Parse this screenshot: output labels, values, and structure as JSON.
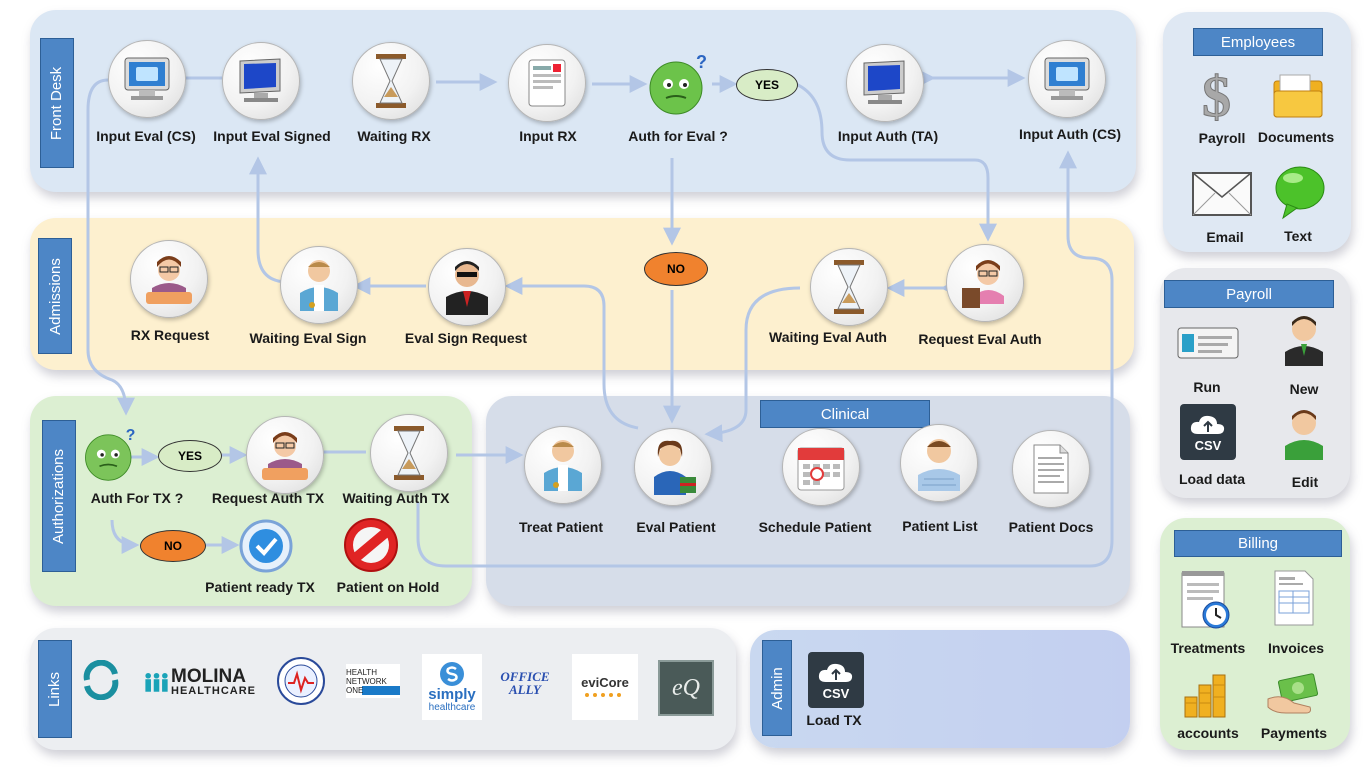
{
  "sections": {
    "front_desk": "Front Desk",
    "admissions": "Admissions",
    "authorizations": "Authorizations",
    "clinical": "Clinical",
    "links": "Links",
    "admin": "Admin",
    "employees": "Employees",
    "payroll": "Payroll",
    "billing": "Billing"
  },
  "front_desk": {
    "input_eval_cs": "Input Eval (CS)",
    "input_eval_signed": "Input Eval Signed",
    "waiting_rx": "Waiting RX",
    "input_rx": "Input RX",
    "auth_for_eval": "Auth for Eval ?",
    "yes": "YES",
    "input_auth_ta": "Input Auth (TA)",
    "input_auth_cs": "Input Auth (CS)"
  },
  "admissions": {
    "rx_request": "RX Request",
    "waiting_eval_sign": "Waiting Eval Sign",
    "eval_sign_request": "Eval Sign Request",
    "no": "NO",
    "waiting_eval_auth": "Waiting Eval Auth",
    "request_eval_auth": "Request Eval Auth"
  },
  "authorizations": {
    "auth_for_tx": "Auth For TX ?",
    "yes": "YES",
    "request_auth_tx": "Request Auth TX",
    "waiting_auth_tx": "Waiting  Auth TX",
    "no": "NO",
    "patient_ready_tx": "Patient ready TX",
    "patient_on_hold": "Patient on Hold"
  },
  "clinical": {
    "treat_patient": "Treat Patient",
    "eval_patient": "Eval Patient",
    "schedule_patient": "Schedule Patient",
    "patient_list": "Patient List",
    "patient_docs": "Patient Docs"
  },
  "links": {
    "molina": "MOLINA",
    "molina_sub": "HEALTHCARE",
    "hno_line1": "HEALTH",
    "hno_line2": "NETWORK",
    "hno_line3": "ONE",
    "simply": "simply",
    "simply_sub": "healthcare",
    "office_ally": "OFFICE ALLY",
    "evicore": "eviCore",
    "eq": "eQ"
  },
  "admin": {
    "csv": "CSV",
    "load_tx": "Load TX"
  },
  "employees": {
    "payroll": "Payroll",
    "documents": "Documents",
    "email": "Email",
    "text": "Text"
  },
  "payroll": {
    "run": "Run",
    "new": "New",
    "csv": "CSV",
    "load_data": "Load data",
    "edit": "Edit"
  },
  "billing": {
    "treatments": "Treatments",
    "invoices": "Invoices",
    "accounts": "accounts",
    "payments": "Payments"
  },
  "colors": {
    "section_label": "#4d86c6",
    "connector": "#b3c6e6",
    "yes_pill": "#d8ecc6",
    "no_pill": "#f0822e"
  },
  "icons": {
    "monitor": "monitor-icon",
    "hourglass": "hourglass-icon",
    "prescription": "prescription-icon",
    "thinking_face": "thinking-face-icon",
    "doctor": "doctor-icon",
    "nurse": "nurse-icon",
    "agent": "agent-icon",
    "calendar": "calendar-icon",
    "patient": "patient-icon",
    "document": "document-icon",
    "check": "check-icon",
    "stop": "stop-icon"
  }
}
